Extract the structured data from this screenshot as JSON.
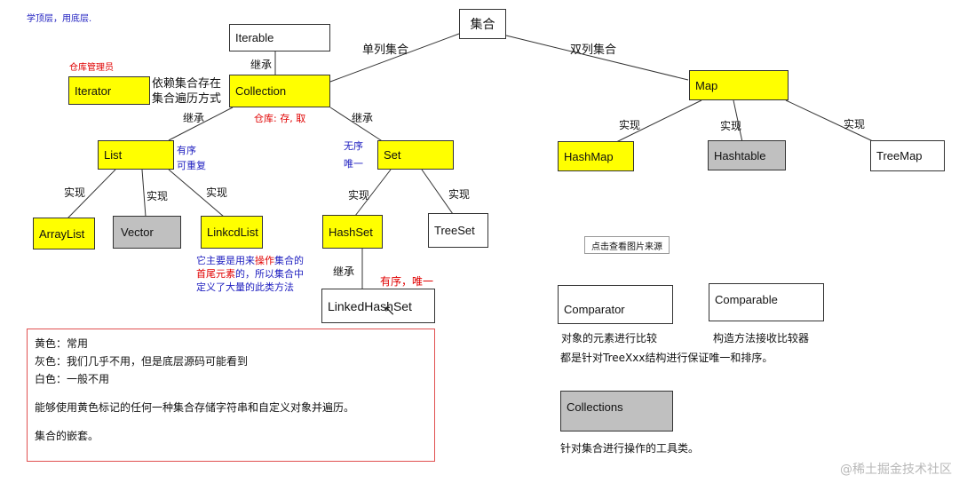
{
  "corner_note": "学顶层，用底层.",
  "nodes": {
    "root": "集合",
    "iterable": "Iterable",
    "iterator": "Iterator",
    "collection": "Collection",
    "list": "List",
    "set": "Set",
    "arraylist": "ArrayList",
    "vector": "Vector",
    "linkedlist": "LinkcdList",
    "hashset": "HashSet",
    "treeset": "TreeSet",
    "linkedhashset": "LinkedHashSet",
    "map": "Map",
    "hashmap": "HashMap",
    "hashtable": "Hashtable",
    "treemap": "TreeMap",
    "comparator": "Comparator",
    "comparable": "Comparable",
    "collections": "Collections"
  },
  "labels": {
    "single_collection": "单列集合",
    "double_collection": "双列集合",
    "inherit": "继承",
    "implement": "实现",
    "warehouse_manager": "仓库管理员",
    "iterator_note_1": "依赖集合存在",
    "iterator_note_2": "集合遍历方式",
    "warehouse_ops": "仓库: 存, 取",
    "list_ordered": "有序",
    "list_repeatable": "可重复",
    "set_unordered": "无序",
    "set_unique": "唯一",
    "linkedhashset_note": "有序，唯一",
    "linkedlist_note_1a": "它主要是用来",
    "linkedlist_note_1b": "操作",
    "linkedlist_note_1c": "集合的",
    "linkedlist_note_2a": "首尾元素",
    "linkedlist_note_2b": "的，所以集合中",
    "linkedlist_note_3": "定义了大量的此类方法",
    "comparator_note": "对象的元素进行比较",
    "comparable_note": "构造方法接收比较器",
    "tree_note": "都是针对TreeXxx结构进行保证唯一和排序。",
    "collections_note": "针对集合进行操作的工具类。",
    "view_source_button": "点击查看图片来源",
    "watermark": "@稀土掘金技术社区"
  },
  "legend": {
    "yellow": "黄色：常用",
    "gray": "灰色：我们几乎不用，但是底层源码可能看到",
    "white": "白色：一般不用",
    "usage": "能够使用黄色标记的任何一种集合存储字符串和自定义对象并遍历。",
    "nesting": "集合的嵌套。"
  },
  "colors": {
    "common": "#ffff00",
    "rare": "#c0c0c0",
    "unused": "#ffffff",
    "highlight_text": "#e00000",
    "note_text": "#2020c0"
  }
}
